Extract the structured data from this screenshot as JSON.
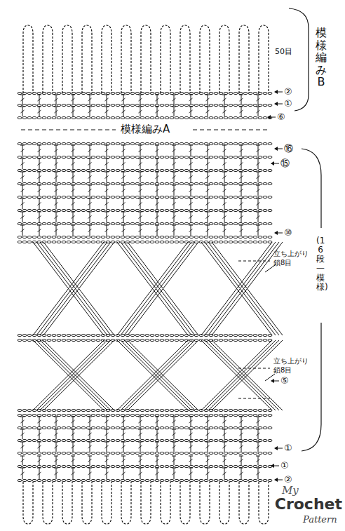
{
  "diagram": {
    "labels": [
      "模様編みB",
      "50目",
      "②",
      "①",
      "⑥",
      "模様編みA",
      "⑯",
      "⑮",
      "⑩",
      "立ち上がり 鎖8目",
      "(16段一模様)",
      "立ち上がり 鎖8目",
      "⑤",
      "①",
      "①",
      "②",
      "My",
      "Crochet",
      "Pattern"
    ]
  }
}
